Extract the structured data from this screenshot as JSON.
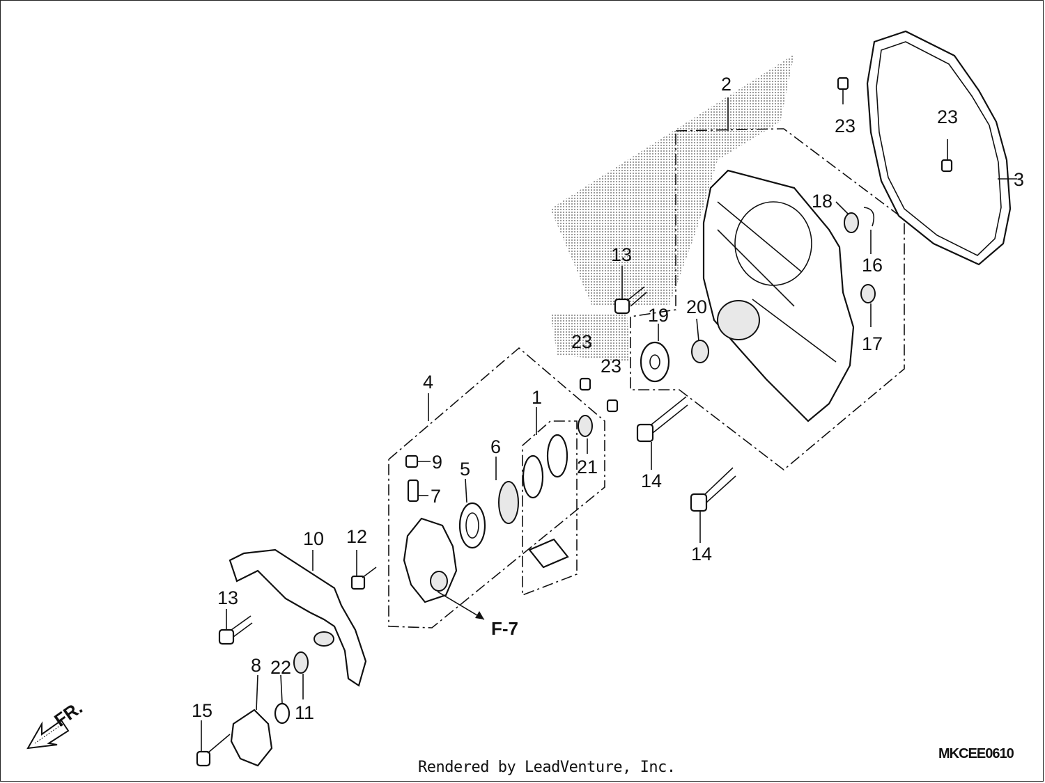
{
  "diagram": {
    "part_labels": {
      "p1": "1",
      "p2": "2",
      "p3": "3",
      "p4": "4",
      "p5": "5",
      "p6": "6",
      "p7": "7",
      "p8": "8",
      "p9": "9",
      "p10": "10",
      "p11": "11",
      "p12": "12",
      "p13a": "13",
      "p13b": "13",
      "p14a": "14",
      "p14b": "14",
      "p15": "15",
      "p16": "16",
      "p17": "17",
      "p18": "18",
      "p19": "19",
      "p20": "20",
      "p21": "21",
      "p22": "22",
      "p23a": "23",
      "p23b": "23",
      "p23c": "23",
      "p23d": "23"
    },
    "reference": "F-7",
    "direction": "FR.",
    "code": "MKCEE0610"
  },
  "footer": {
    "credit": "Rendered by LeadVenture, Inc."
  }
}
